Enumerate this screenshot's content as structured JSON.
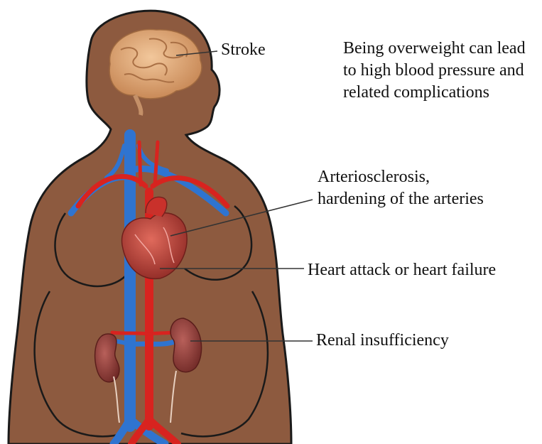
{
  "labels": {
    "stroke": "Stroke",
    "caption": "Being overweight can lead to high blood pressure and related complications",
    "arteriosclerosis_line1": "Arteriosclerosis,",
    "arteriosclerosis_line2": "hardening of the arteries",
    "heart": "Heart attack or heart failure",
    "renal": "Renal insufficiency"
  },
  "colors": {
    "skin": "#8d5a3f",
    "outline": "#1a1a1a",
    "artery": "#d8231f",
    "vein": "#2f74d0",
    "brain": "#e2ab7c",
    "heart": "#b63a33",
    "kidney": "#8e3a36"
  }
}
